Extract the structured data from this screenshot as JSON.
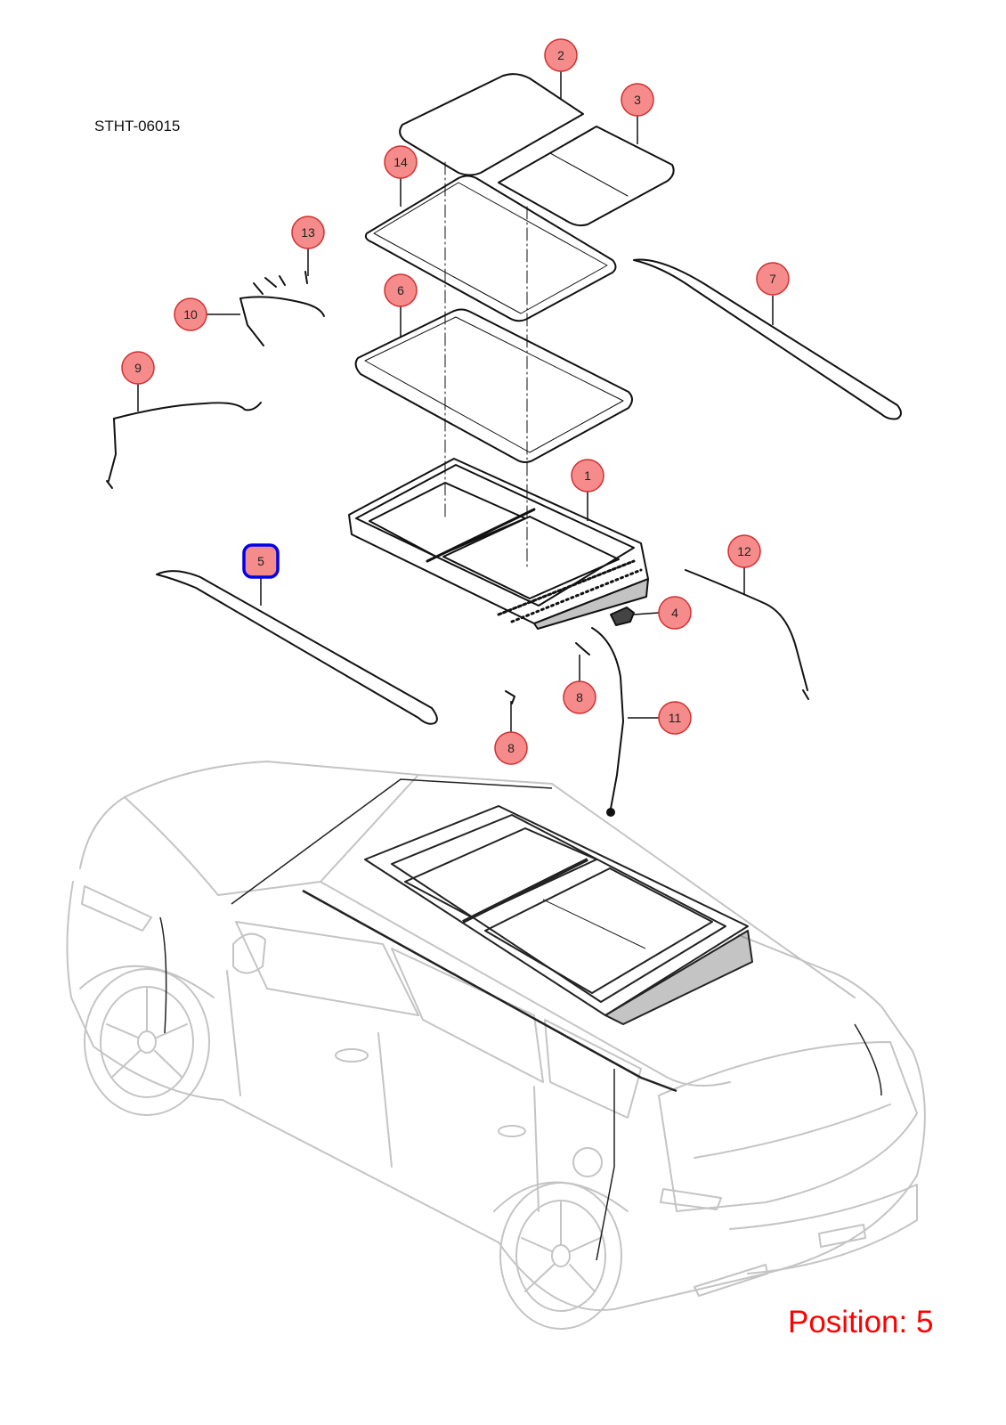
{
  "document": {
    "code": "STHT-06015",
    "position_text": "Position: 5"
  },
  "callouts": [
    {
      "label": "1",
      "selected": false
    },
    {
      "label": "2",
      "selected": false
    },
    {
      "label": "3",
      "selected": false
    },
    {
      "label": "4",
      "selected": false
    },
    {
      "label": "5",
      "selected": true
    },
    {
      "label": "6",
      "selected": false
    },
    {
      "label": "7",
      "selected": false
    },
    {
      "label": "8",
      "selected": false
    },
    {
      "label": "8",
      "selected": false
    },
    {
      "label": "9",
      "selected": false
    },
    {
      "label": "10",
      "selected": false
    },
    {
      "label": "11",
      "selected": false
    },
    {
      "label": "12",
      "selected": false
    },
    {
      "label": "13",
      "selected": false
    },
    {
      "label": "14",
      "selected": false
    }
  ],
  "colors": {
    "callout_fill": "#f58b8b",
    "callout_stroke": "#d32f2f",
    "selected_stroke": "#0000ee",
    "position_text": "#ff0000",
    "car_outline": "#c4c4c4",
    "part_outline": "#111111"
  }
}
